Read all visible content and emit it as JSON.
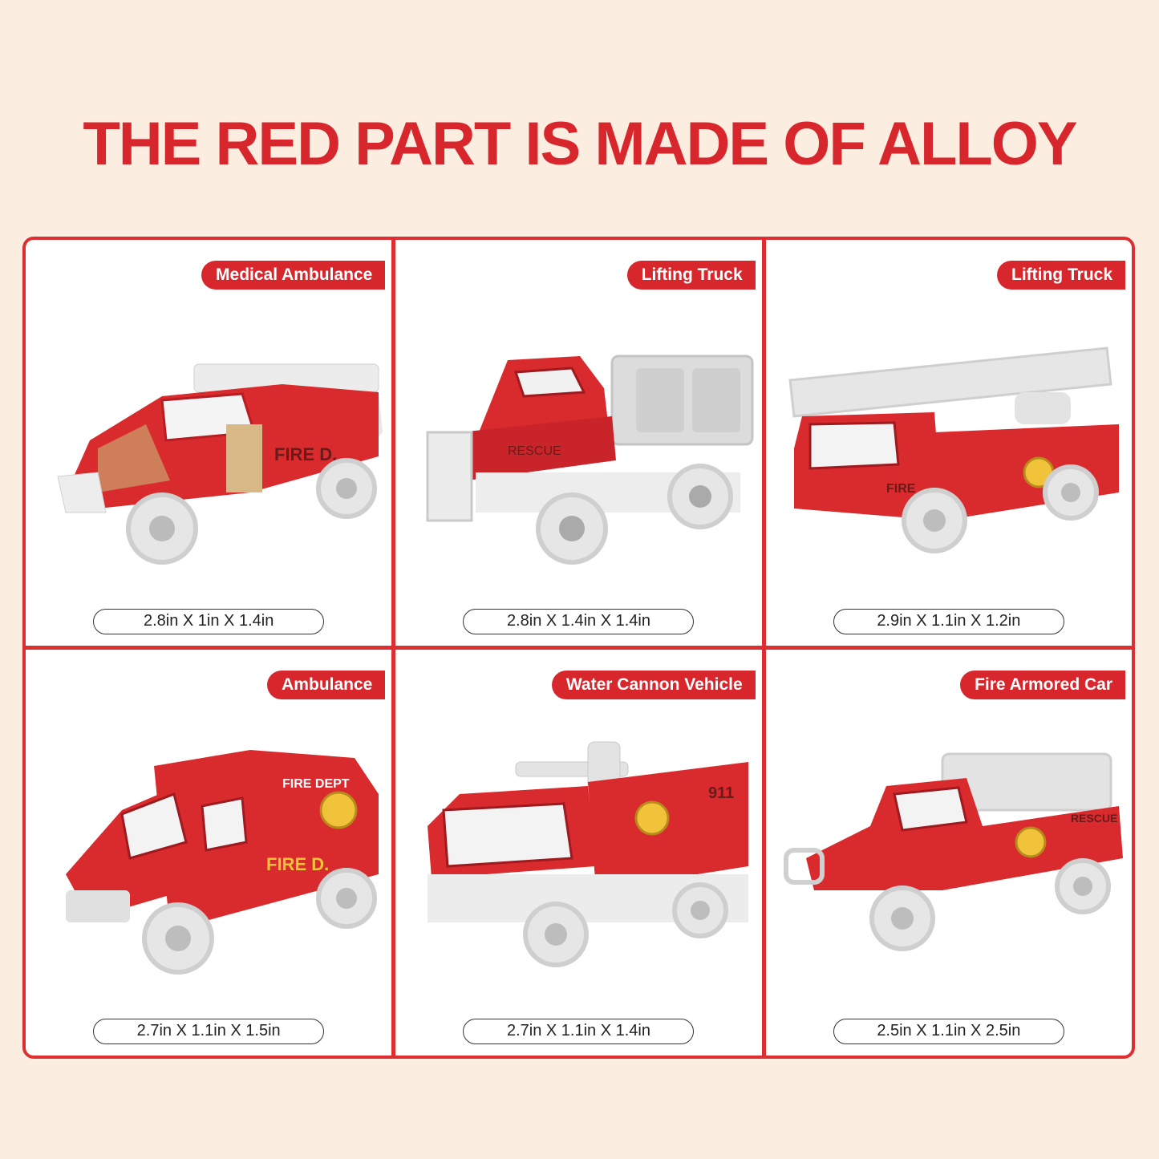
{
  "headline": "THE RED PART IS MADE OF ALLOY",
  "colors": {
    "accent": "#d8262d",
    "background": "#fbeee1",
    "panel": "#ffffff"
  },
  "vehicles": [
    {
      "name": "Medical Ambulance",
      "dims": "2.8in X 1in X 1.4in",
      "decal": "FIRE D.",
      "icon": "fire-rescue-truck-icon"
    },
    {
      "name": "Lifting Truck",
      "dims": "2.8in X 1.4in X 1.4in",
      "decal": "RESCUE",
      "icon": "tanker-truck-icon"
    },
    {
      "name": "Lifting Truck",
      "dims": "2.9in X 1.1in X 1.2in",
      "decal": "FIRE",
      "icon": "ladder-truck-icon"
    },
    {
      "name": "Ambulance",
      "dims": "2.7in X 1.1in X 1.5in",
      "decal": "FIRE D.",
      "decal2": "FIRE DEPT",
      "icon": "fire-van-icon"
    },
    {
      "name": "Water Cannon Vehicle",
      "dims": "2.7in X 1.1in X 1.4in",
      "decal": "911",
      "icon": "water-cannon-truck-icon"
    },
    {
      "name": "Fire Armored Car",
      "dims": "2.5in X 1.1in X 2.5in",
      "decal": "RESCUE",
      "icon": "armored-pickup-icon"
    }
  ]
}
